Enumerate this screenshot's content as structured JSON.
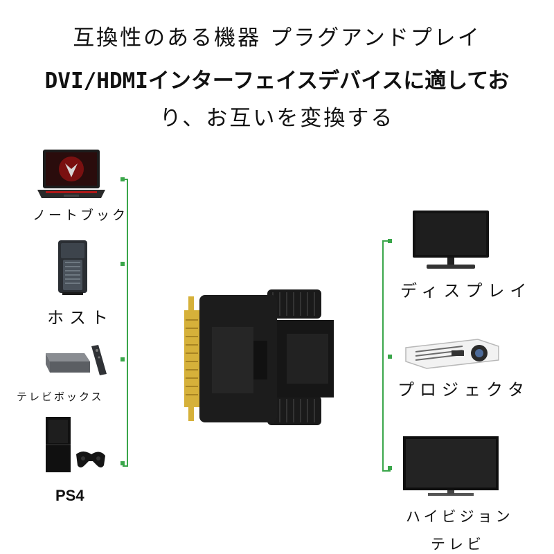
{
  "headline": {
    "line1": "互換性のある機器 プラグアンドプレイ",
    "line2": "DVI/HDMIインターフェイスデバイスに適してお",
    "line3": "り、お互いを変換する"
  },
  "left_devices": [
    {
      "label": "ノートブック",
      "icon": "laptop-icon"
    },
    {
      "label": "ホスト",
      "icon": "desktop-tower-icon"
    },
    {
      "label": "テレビボックス",
      "icon": "tv-box-icon"
    },
    {
      "label": "PS4",
      "icon": "game-console-icon"
    }
  ],
  "right_devices": [
    {
      "label": "ディスプレイ",
      "icon": "monitor-icon"
    },
    {
      "label": "プロジェクタ",
      "icon": "projector-icon"
    },
    {
      "label_line1": "ハイビジョン",
      "label_line2": "テレビ",
      "icon": "hd-tv-icon"
    }
  ],
  "colors": {
    "accent": "#3aa64a",
    "adapter": "#1a1a1a",
    "gold": "#d6b13a"
  }
}
